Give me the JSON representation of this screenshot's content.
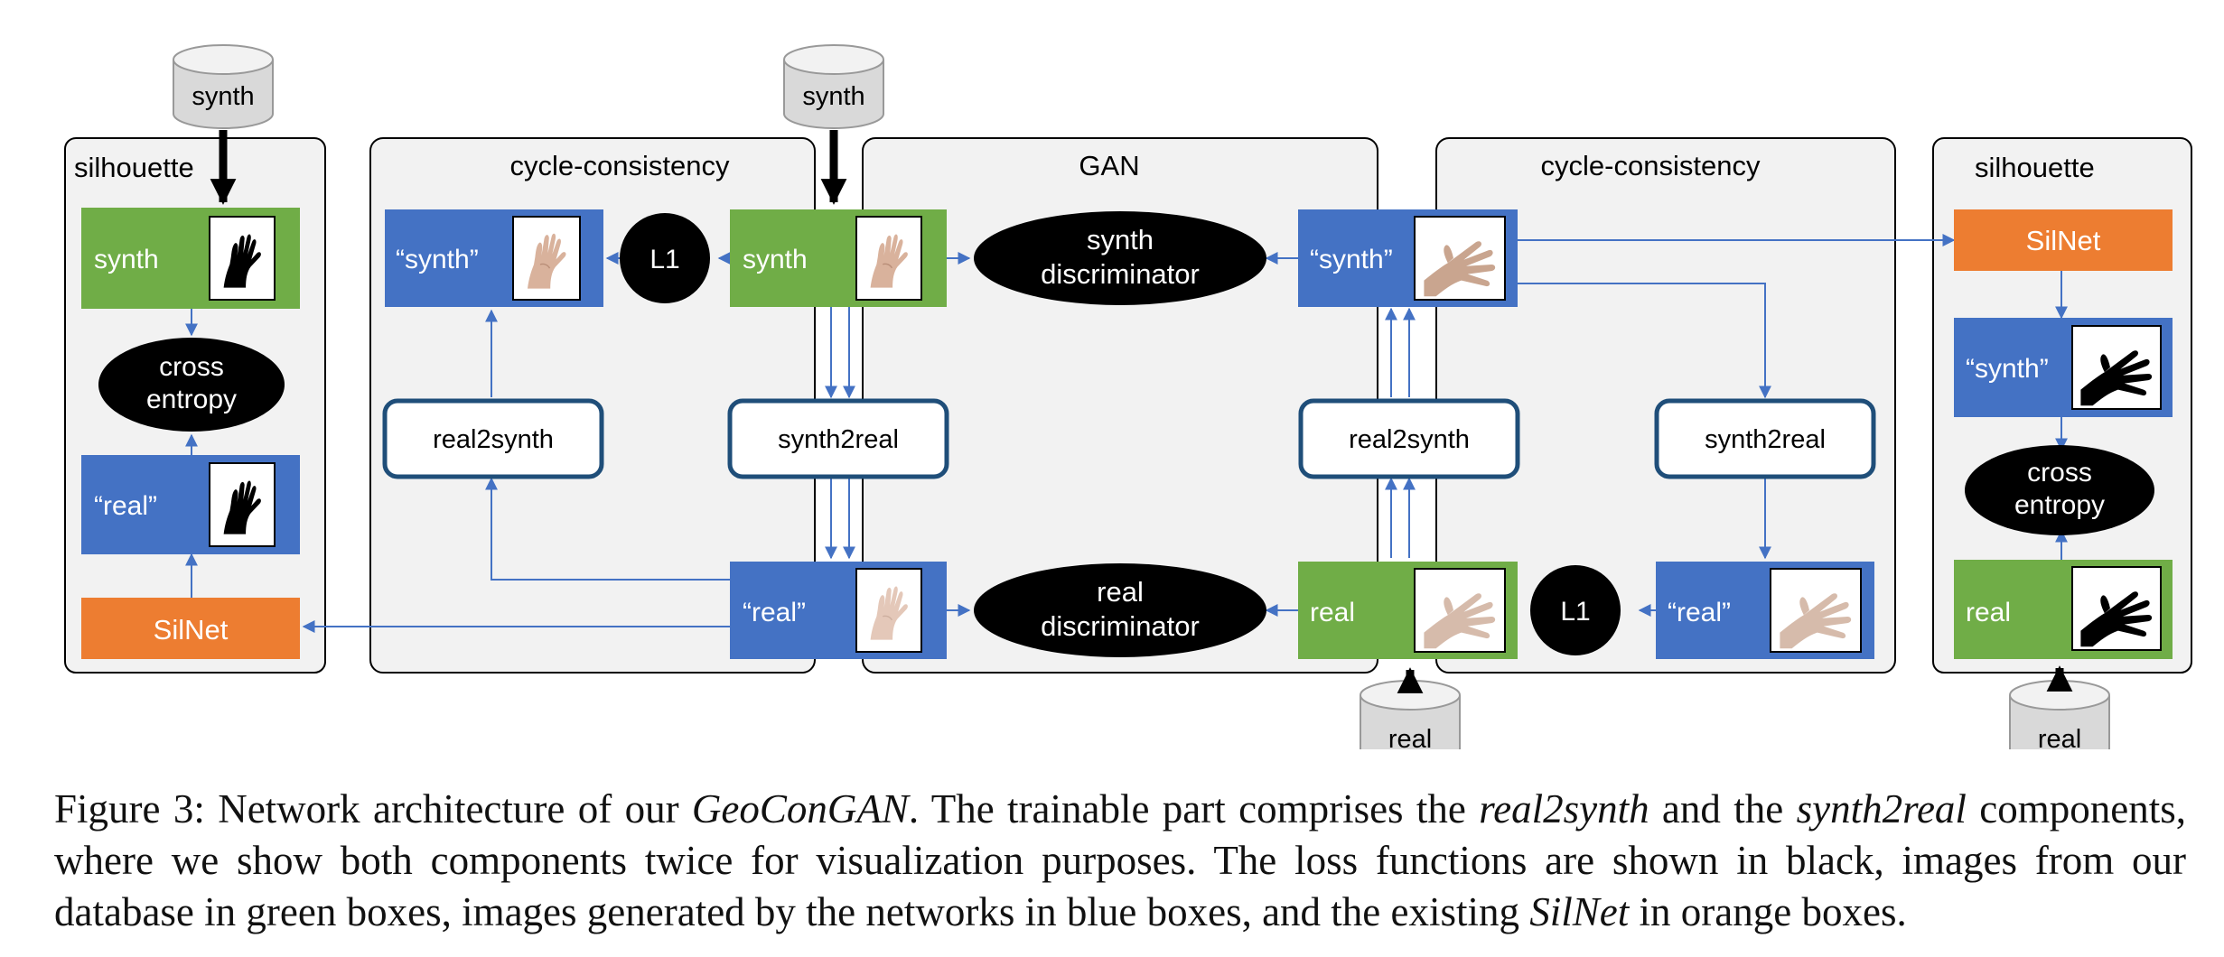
{
  "panels": {
    "silhouette_left": "silhouette",
    "cycle_left": "cycle-consistency",
    "gan": "GAN",
    "cycle_right": "cycle-consistency",
    "silhouette_right": "silhouette"
  },
  "databases": {
    "synth": "synth",
    "real": "real"
  },
  "images": {
    "synth": "synth",
    "real": "real",
    "gen_synth": "“synth”",
    "gen_real": "“real”"
  },
  "networks": {
    "real2synth": "real2synth",
    "synth2real": "synth2real",
    "silnet": "SilNet"
  },
  "losses": {
    "l1": "L1",
    "cross_entropy": [
      "cross",
      "entropy"
    ],
    "synth_discriminator": [
      "synth",
      "discriminator"
    ],
    "real_discriminator": [
      "real",
      "discriminator"
    ]
  },
  "colors": {
    "database_image": "#70AD47",
    "generated_image": "#4472C4",
    "silnet": "#ED7D31",
    "loss": "#000000",
    "panel_bg": "#F2F2F2",
    "arrow": "#4472C4",
    "network_border": "#1F4E79"
  },
  "caption": {
    "p1": "Figure 3: Network architecture of our ",
    "i1": "GeoConGAN",
    "p2": ". The trainable part comprises the ",
    "i2": "real2synth",
    "p3": " and the ",
    "i3": "synth2real",
    "p4": " compo­nents, where we show both components twice for visualization purposes. The loss functions are shown in black, images from our database in green boxes, images generated by the networks in blue boxes, and the existing ",
    "i4": "SilNet",
    "p5": " in orange boxes."
  }
}
